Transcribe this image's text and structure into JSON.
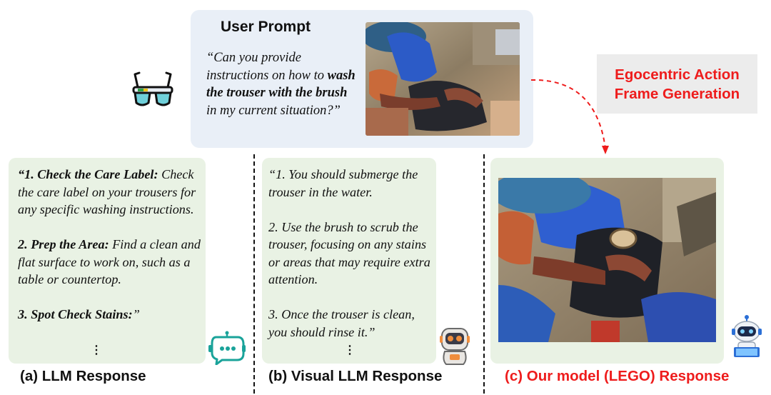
{
  "prompt": {
    "title": "User Prompt",
    "text_before": "“Can you provide instructions on how to ",
    "text_bold": "wash the trouser with the brush",
    "text_after": " in my current situation?”"
  },
  "ego_box": {
    "line1": "Egocentric Action",
    "line2": "Frame Generation"
  },
  "llm_response": {
    "item1_label": "“1. Check the Care Label:",
    "item1_text": " Check the care label on your trousers for any specific washing instructions.",
    "item2_label": "2. Prep the Area:",
    "item2_text": " Find a clean and flat surface to work on, such as a table or countertop.",
    "item3_label": "3. Spot Check Stains:",
    "item3_tail": "”",
    "ellipsis": "⋮"
  },
  "visual_llm_response": {
    "item1": "“1. You should submerge the trouser in the water.",
    "item2": "2. Use the brush to scrub the trouser, focusing on any stains or areas that may require extra attention.",
    "item3": "3. Once the trouser is clean, you should rinse it.”",
    "ellipsis": "⋮"
  },
  "captions": {
    "a": "(a) LLM Response",
    "b": "(b) Visual LLM Response",
    "c": "(c) Our model (LEGO) Response"
  },
  "colors": {
    "accent_red": "#ee1c1c",
    "prompt_bg": "#e9eff7",
    "panel_bg": "#e9f2e4",
    "icon_teal": "#1aa39a"
  },
  "icons": [
    "smart-glasses-icon",
    "chatbot-icon",
    "visual-robot-icon",
    "lego-robot-icon"
  ]
}
